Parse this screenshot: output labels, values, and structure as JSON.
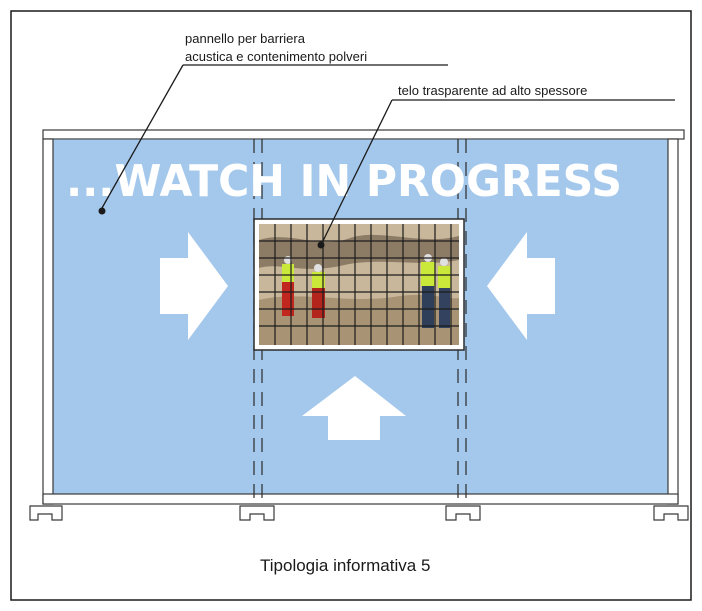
{
  "annotations": {
    "panel_label_line1": "pannello per barriera",
    "panel_label_line2": "acustica e contenimento polveri",
    "sheet_label": "telo trasparente ad alto spessore"
  },
  "banner": {
    "text": "...WATCH IN PROGRESS"
  },
  "caption": {
    "text": "Tipologia informativa 5"
  },
  "colors": {
    "panel_fill": "#a4c8ec",
    "frame_stroke": "#3a3a3a",
    "banner_text": "#ffffff",
    "arrow_fill": "#ffffff",
    "window_grid": "#1c1c1c"
  },
  "icons": {
    "left_arrow": "arrow-right-icon",
    "right_arrow": "arrow-left-icon",
    "bottom_arrow": "arrow-up-icon"
  }
}
